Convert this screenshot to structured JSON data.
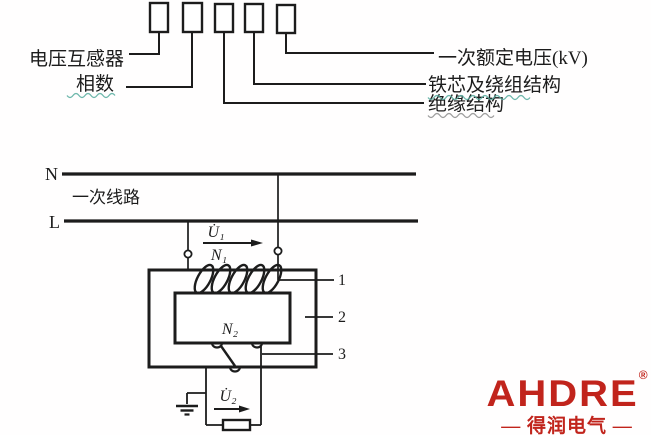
{
  "colors": {
    "ink": "#1c1c1c",
    "brand_red": "#c1241c",
    "squiggle_teal": "#57ad9f",
    "squiggle_gray": "#8f8f8f"
  },
  "designation": {
    "left_labels": [
      {
        "label": "电压互感器"
      },
      {
        "label": "相数"
      }
    ],
    "right_labels": [
      {
        "label": "一次额定电压(kV)"
      },
      {
        "label": "铁芯及绕组结构"
      },
      {
        "label": "绝缘结构"
      }
    ]
  },
  "circuit": {
    "line_n": "N",
    "line_l": "L",
    "primary_line": "一次线路",
    "u1": "U̇₁",
    "n1": "N₁",
    "n2": "N₂",
    "u2": "U̇₂",
    "part_1": "1",
    "part_2": "2",
    "part_3": "3"
  },
  "logo": {
    "brand": "AHDRE",
    "registered": "®",
    "chinese": "— 得润电气 —"
  }
}
